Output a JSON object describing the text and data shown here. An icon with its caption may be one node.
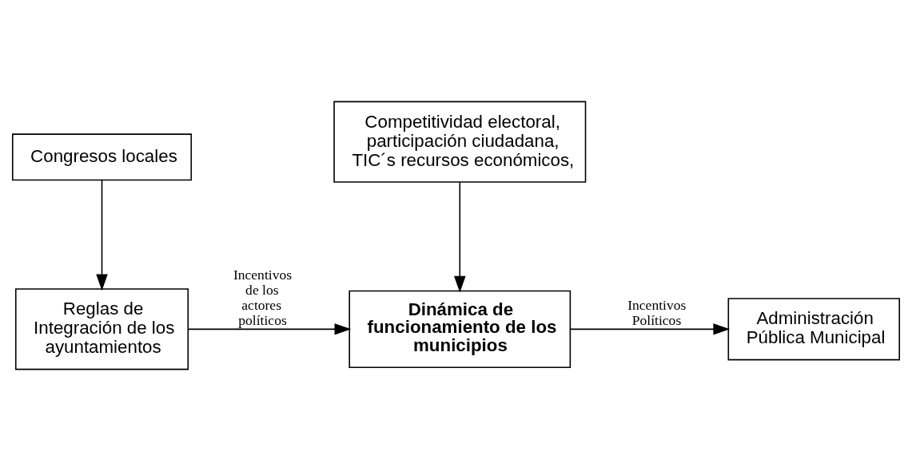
{
  "diagram": {
    "nodes": [
      {
        "text": [
          "Congresos locales"
        ]
      },
      {
        "text": [
          "Reglas de Integración de los ayuntamientos"
        ]
      },
      {
        "text": [
          "Competitividad electoral, participación ciudadana, TIC´s recursos económicos,"
        ]
      },
      {
        "text": [
          "Dinámica de funcionamiento de los municipios"
        ]
      },
      {
        "text": [
          "Administración Pública Municipal"
        ]
      }
    ],
    "edges": [
      {
        "from": 0,
        "to": 1,
        "arrow": "to"
      },
      {
        "from": 1,
        "to": 3,
        "arrow": "to",
        "label": "Incentivos de los actores políticos"
      },
      {
        "from": 2,
        "to": 3,
        "arrow": "to"
      },
      {
        "from": 3,
        "to": 4,
        "arrow": "to",
        "label": "Incentivos Políticos"
      }
    ]
  }
}
